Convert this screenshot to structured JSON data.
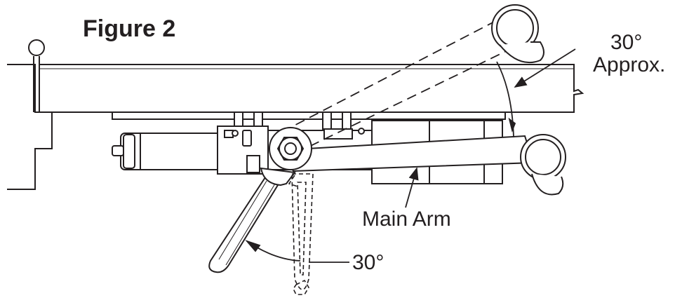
{
  "figure": {
    "title": "Figure 2",
    "labels": {
      "upper_angle": "30°",
      "upper_angle_note": "Approx.",
      "main_arm": "Main Arm",
      "lower_angle": "30°"
    }
  },
  "colors": {
    "ink": "#231f20",
    "background": "#ffffff"
  }
}
